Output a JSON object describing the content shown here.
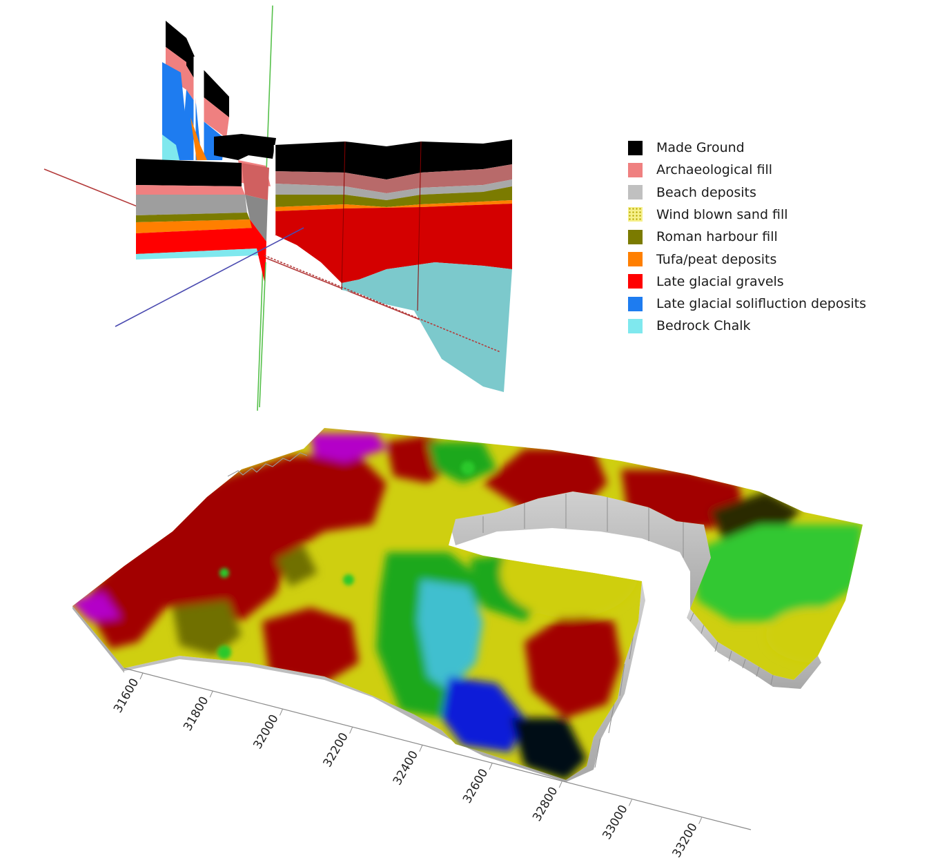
{
  "legend": {
    "items": [
      {
        "label": "Made Ground",
        "color": "#000000",
        "pattern": "solid"
      },
      {
        "label": "Archaeological fill",
        "color": "#ef8080",
        "pattern": "solid"
      },
      {
        "label": "Beach deposits",
        "color": "#c0c0c0",
        "pattern": "solid"
      },
      {
        "label": "Wind blown sand fill",
        "color": "#f6f08a",
        "pattern": "dotted"
      },
      {
        "label": "Roman harbour fill",
        "color": "#7b7b00",
        "pattern": "solid"
      },
      {
        "label": "Tufa/peat deposits",
        "color": "#ff7f00",
        "pattern": "solid"
      },
      {
        "label": "Late glacial gravels",
        "color": "#ff0000",
        "pattern": "solid"
      },
      {
        "label": "Late glacial solifluction deposits",
        "color": "#1e7cf0",
        "pattern": "solid"
      },
      {
        "label": "Bedrock Chalk",
        "color": "#7fe8ee",
        "pattern": "solid"
      }
    ]
  },
  "surface_axis": {
    "tick_labels": [
      "31600",
      "31800",
      "32000",
      "32200",
      "32400",
      "32600",
      "32800",
      "33000",
      "33200"
    ]
  },
  "colors": {
    "axis_red": "#b33a3a",
    "axis_green": "#55c04a",
    "axis_blue": "#4a4ab0",
    "surface_side": "#bcbcbc",
    "surface_red": "#a20000",
    "surface_yellow": "#cfcf10",
    "surface_olive": "#6f6f00",
    "surface_green": "#1fa81f",
    "surface_cyan": "#3fbfcf",
    "surface_blue": "#0a1ad8",
    "surface_magenta": "#b400c8"
  }
}
